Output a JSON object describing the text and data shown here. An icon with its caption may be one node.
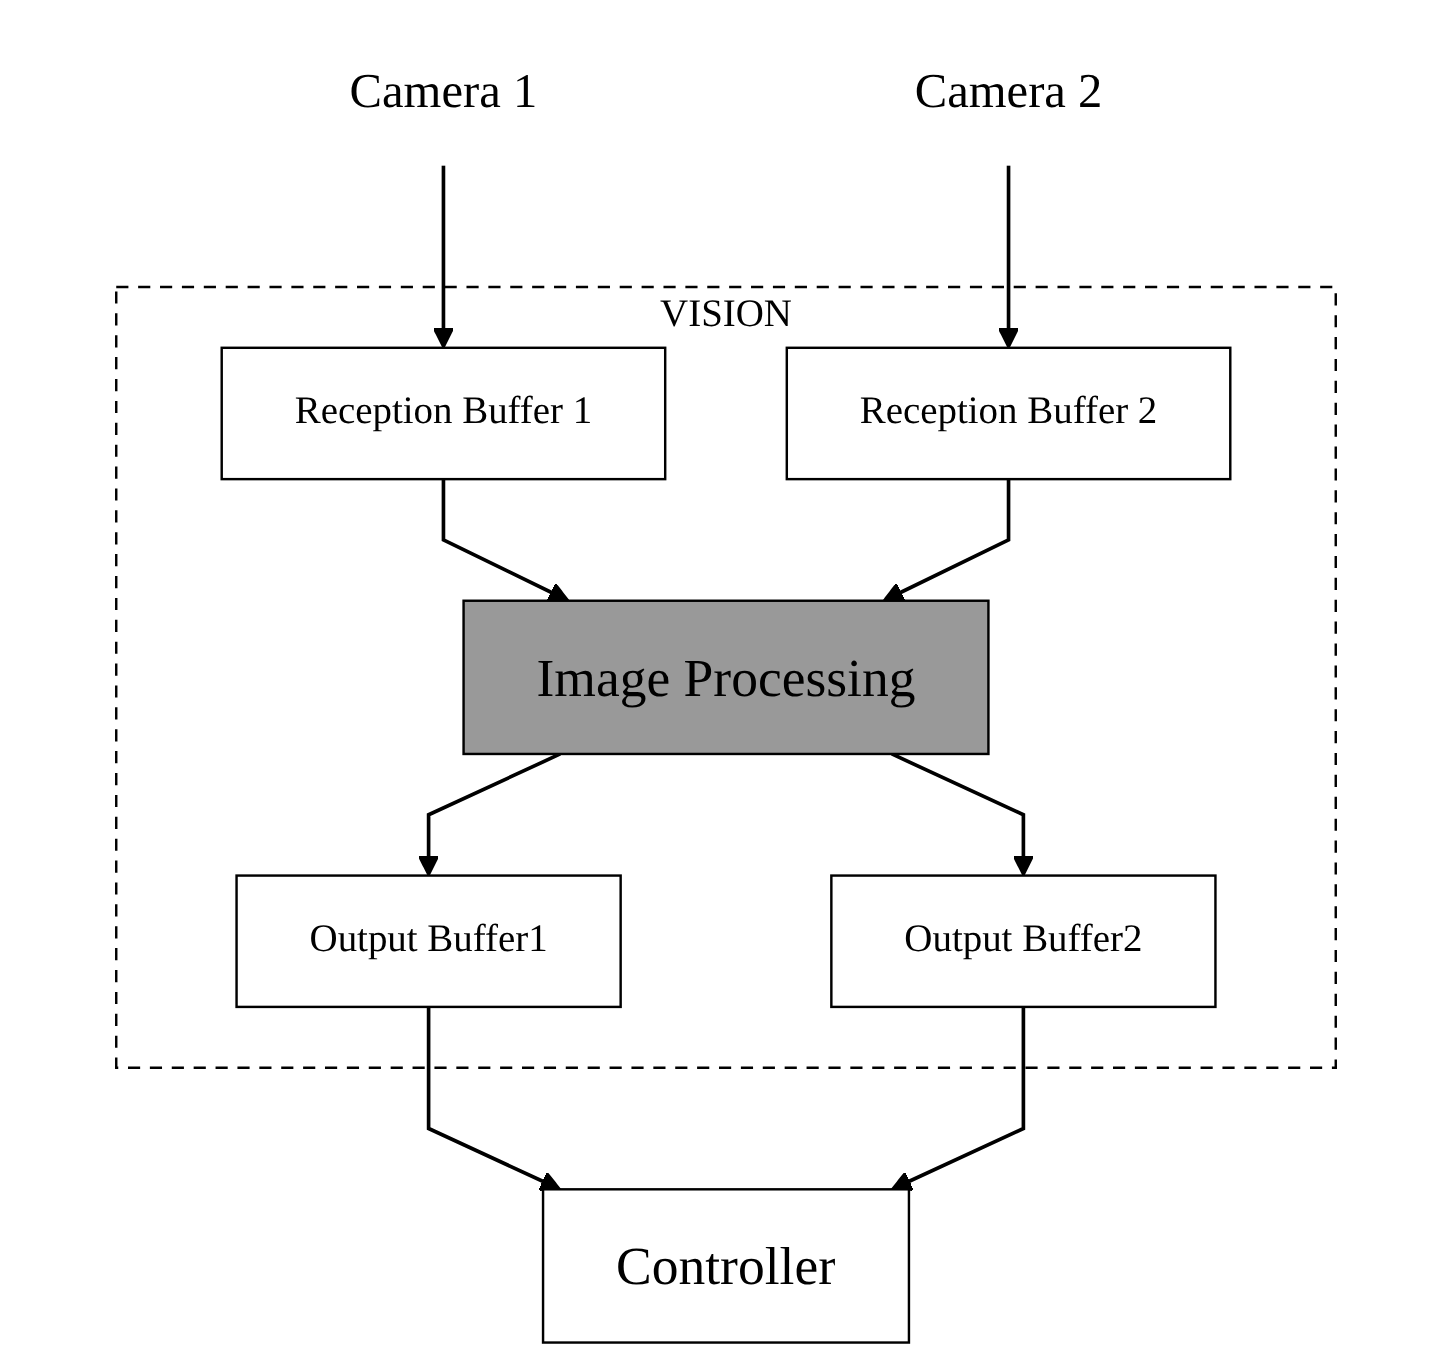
{
  "diagram": {
    "nodes": [
      {
        "text": [
          "Camera 1"
        ]
      },
      {
        "text": [
          "Camera 2"
        ]
      },
      {
        "text": [
          "VISION"
        ]
      },
      {
        "text": [
          "Reception Buffer 1"
        ],
        "in": 2
      },
      {
        "text": [
          "Reception Buffer 2"
        ],
        "in": 2
      },
      {
        "text": [
          "Image Processing"
        ],
        "in": 2
      },
      {
        "text": [
          "Output Buffer1"
        ],
        "in": 2
      },
      {
        "text": [
          "Output Buffer2"
        ],
        "in": 2
      },
      {
        "text": [
          "Controller"
        ]
      }
    ],
    "edges": [
      {
        "from": 0,
        "to": 3,
        "arrow": "to"
      },
      {
        "from": 1,
        "to": 4,
        "arrow": "to"
      },
      {
        "from": 3,
        "to": 5,
        "arrow": "to"
      },
      {
        "from": 4,
        "to": 5,
        "arrow": "to"
      },
      {
        "from": 5,
        "to": 6,
        "arrow": "to"
      },
      {
        "from": 5,
        "to": 7,
        "arrow": "to"
      },
      {
        "from": 6,
        "to": 8,
        "arrow": "to"
      },
      {
        "from": 7,
        "to": 8,
        "arrow": "to"
      }
    ]
  }
}
